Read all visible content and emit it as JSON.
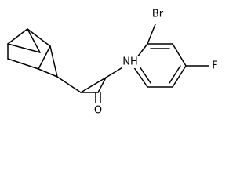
{
  "molecule": {
    "atoms": {
      "bromine": "Br",
      "amide_nitrogen": "NH",
      "fluorine": "F",
      "carbonyl_oxygen": "O"
    }
  }
}
